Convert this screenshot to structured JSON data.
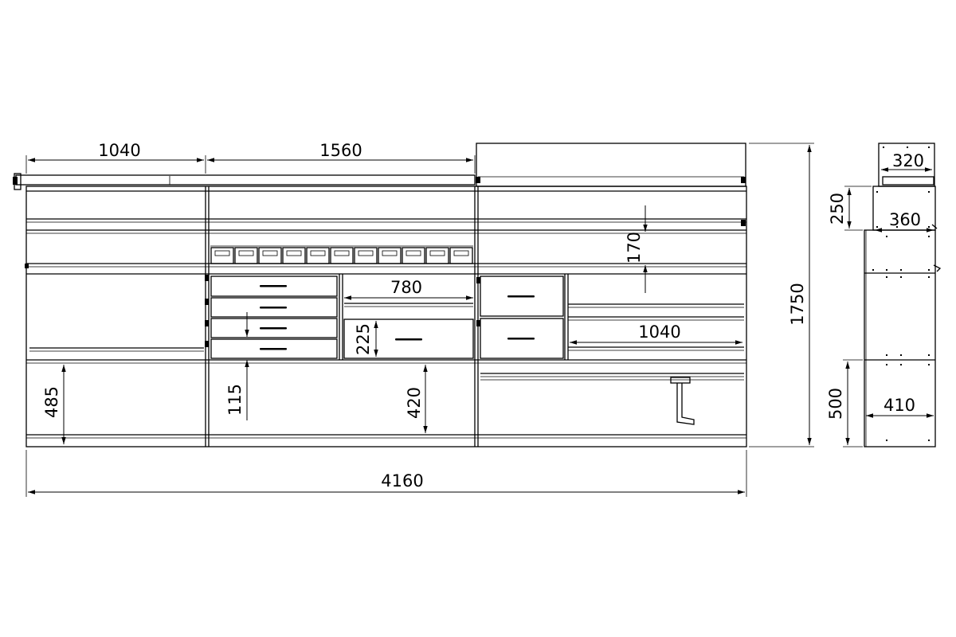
{
  "drawing": {
    "front_view": {
      "dimensions": {
        "left_section_width": "1040",
        "middle_section_width": "1560",
        "total_width": "4160",
        "total_height": "1750",
        "shelf_gap": "170",
        "drawer_width_middle": "780",
        "drawer_width_right": "1040",
        "drawer_height": "225",
        "small_drawer_height": "115",
        "left_bottom_height": "485",
        "middle_bottom_height": "420"
      },
      "bins_count": 11
    },
    "side_view": {
      "dimensions": {
        "top_depth": "320",
        "upper_depth": "360",
        "upper_height": "250",
        "bottom_height": "500",
        "bottom_depth": "410"
      }
    }
  }
}
